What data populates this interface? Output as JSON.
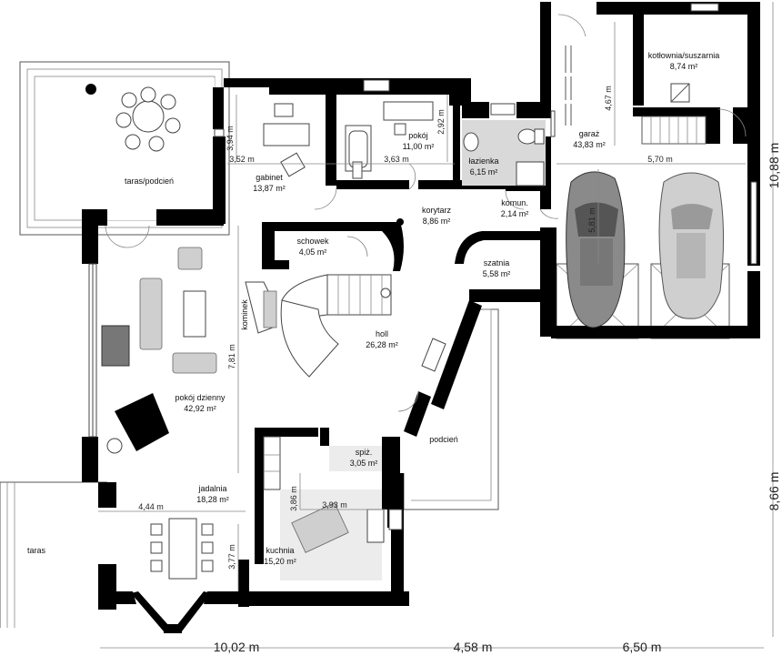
{
  "rooms": {
    "taras_podcien": "taras/podcień",
    "gabinet": "gabinet",
    "gabinet_area": "13,87 m²",
    "pokoj": "pokój",
    "pokoj_area": "11,00 m²",
    "lazienka": "łazienka",
    "lazienka_area": "6,15 m²",
    "kotlownia": "kotłownia/suszarnia",
    "kotlownia_area": "8,74 m²",
    "garaz": "garaż",
    "garaz_area": "43,83 m²",
    "korytarz": "korytarz",
    "korytarz_area": "8,86 m²",
    "komun": "komun.",
    "komun_area": "2,14 m²",
    "schowek": "schowek",
    "schowek_area": "4,05 m²",
    "szatnia": "szatnia",
    "szatnia_area": "5,58 m²",
    "kominek": "kominek",
    "holl": "holl",
    "holl_area": "26,28 m²",
    "pokoj_dzienny": "pokój dzienny",
    "pokoj_dzienny_area": "42,92 m²",
    "podcien": "podcień",
    "spiz": "spiż.",
    "spiz_area": "3,05 m²",
    "jadalnia": "jadalnia",
    "jadalnia_area": "18,28 m²",
    "kuchnia": "kuchnia",
    "kuchnia_area": "15,20 m²",
    "taras": "taras"
  },
  "dims": {
    "d394": "3,94 m",
    "d292": "2,92 m",
    "d467": "4,67 m",
    "d352": "3,52 m",
    "d363": "3,63 m",
    "d570": "5,70 m",
    "d581": "5,81 m",
    "d781": "7,81 m",
    "d386": "3,86 m",
    "d393": "3,93 m",
    "d444": "4,44 m",
    "d377": "3,77 m",
    "right_top": "10,88 m",
    "right_bottom": "8,66 m",
    "bottom_1": "10,02 m",
    "bottom_2": "4,58 m",
    "bottom_3": "6,50 m"
  }
}
